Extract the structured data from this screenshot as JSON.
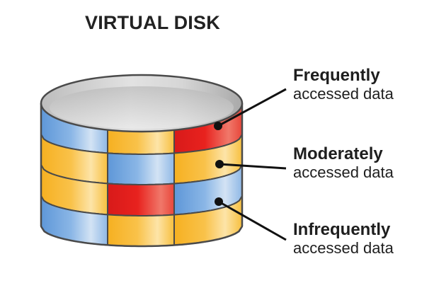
{
  "title": "VIRTUAL DISK",
  "colors": {
    "frequent": "#e8221e",
    "moderate": "#f7b21e",
    "infrequent": "#6fa3dc",
    "outline": "#4a4a4a",
    "text": "#1e1e1e"
  },
  "legend": [
    {
      "key": "frequent",
      "line1": "Frequently",
      "line2": "accessed data"
    },
    {
      "key": "moderate",
      "line1": "Moderately",
      "line2": "accessed data"
    },
    {
      "key": "infrequent",
      "line1": "Infrequently",
      "line2": "accessed data"
    }
  ],
  "disk": {
    "rows": [
      [
        "infrequent",
        "moderate",
        "frequent",
        "moderate"
      ],
      [
        "moderate",
        "infrequent",
        "moderate",
        "infrequent"
      ],
      [
        "moderate",
        "frequent",
        "infrequent",
        "moderate"
      ],
      [
        "infrequent",
        "moderate",
        "moderate",
        "moderate"
      ]
    ]
  }
}
